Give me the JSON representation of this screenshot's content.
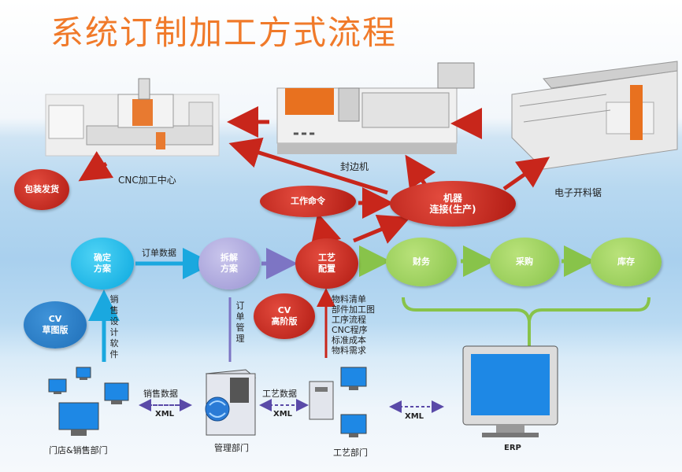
{
  "title": "系统订制加工方式流程",
  "machines": {
    "cnc": "CNC加工中心",
    "edge": "封边机",
    "saw": "电子开料锯"
  },
  "nodes": {
    "pack": "包装发货",
    "work_order": "工作命令",
    "machine_connect": "机器\n连接(生产)",
    "confirm": "确定\n方案",
    "split": "拆解\n方案",
    "process": "工艺\n配置",
    "finance": "财务",
    "purchase": "采购",
    "inventory": "库存",
    "cv_draft": "CV\n草图版",
    "cv_adv": "CV\n高阶版"
  },
  "labels": {
    "order_data": "订单数据",
    "sales_soft": "销售设计软件",
    "order_mgmt": "订单管理",
    "sales_data": "销售数据",
    "process_data": "工艺数据",
    "xml1": "XML",
    "xml2": "XML",
    "xml3": "XML"
  },
  "outputs": [
    "物料清单",
    "部件加工图",
    "工序流程",
    "CNC程序",
    "标准成本",
    "物料需求"
  ],
  "departments": {
    "store": "门店&销售部门",
    "mgmt": "管理部门",
    "process_dept": "工艺部门",
    "erp": "ERP"
  },
  "colors": {
    "title": "#f07a2a",
    "red_arrow": "#c8261b",
    "blue_arrow": "#1aa8df",
    "green_arrow": "#88c34a",
    "purple_arrow": "#6a5fb0"
  }
}
